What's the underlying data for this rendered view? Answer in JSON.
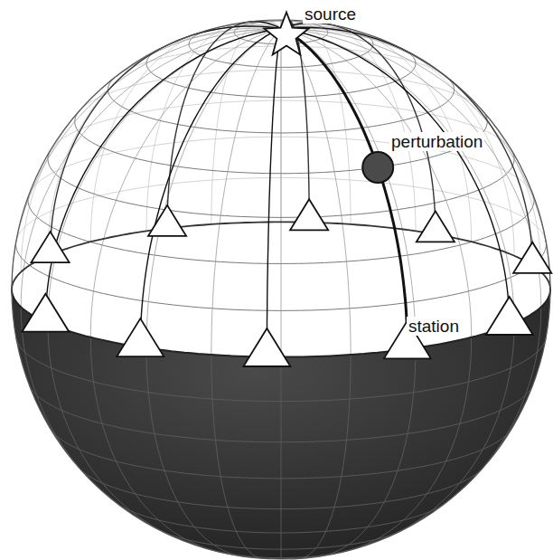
{
  "diagram": {
    "labels": [
      "source",
      "perturbation",
      "station"
    ]
  }
}
